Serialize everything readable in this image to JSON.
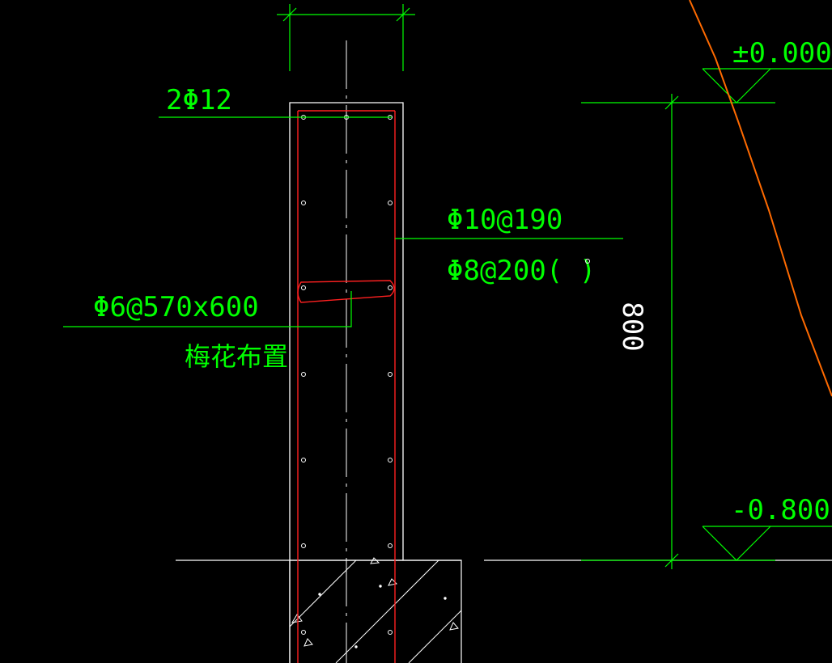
{
  "labels": {
    "top_rebar": "2Φ12",
    "horizontal_rebar": "Φ10@190",
    "vertical_rebar": "Φ8@200( )",
    "tie_rebar": "Φ6@570x600",
    "tie_note": "梅花布置",
    "level_top": "±0.000",
    "level_bottom": "-0.800",
    "height_dim": "800"
  },
  "colors": {
    "background": "#000000",
    "annotation": "#00ff00",
    "outline": "#ffffff",
    "rebar": "#ff2020",
    "slope": "#ff6a00"
  }
}
